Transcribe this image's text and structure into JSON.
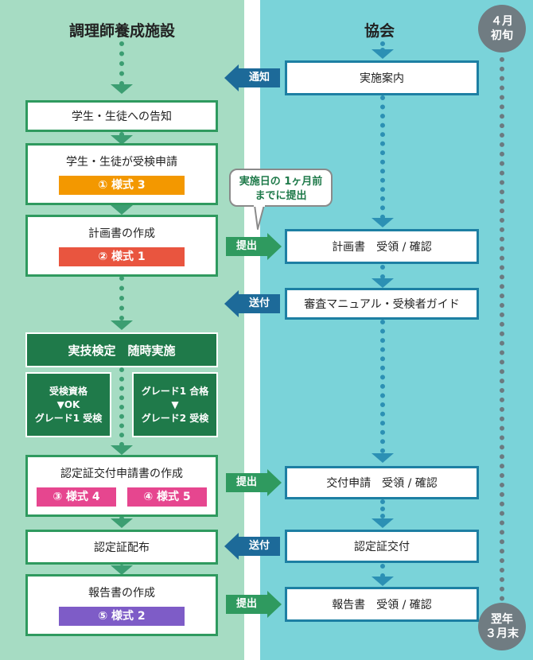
{
  "columns": {
    "left_title": "調理師養成施設",
    "right_title": "協会"
  },
  "timeline": {
    "start_line1": "４月",
    "start_line2": "初旬",
    "end_line1": "翌年",
    "end_line2": "３月末"
  },
  "left_steps": {
    "notify_students": "学生・生徒への告知",
    "apply": "学生・生徒が受検申請",
    "apply_form": "① 様式 3",
    "plan": "計画書の作成",
    "plan_form": "② 様式 1",
    "exam": "実技検定　随時実施",
    "cert_apply": "認定証交付申請書の作成",
    "cert_form_a": "③ 様式 4",
    "cert_form_b": "④ 様式 5",
    "distribute": "認定証配布",
    "report": "報告書の作成",
    "report_form": "⑤ 様式 2"
  },
  "sub_boxes": {
    "left_line1": "受検資格",
    "left_line2": "▼OK",
    "left_line3": "グレード1 受検",
    "right_line1": "グレード1 合格",
    "right_line2": "▼",
    "right_line3": "グレード2 受検"
  },
  "right_steps": {
    "guide": "実施案内",
    "plan_receipt": "計画書　受領 / 確認",
    "manual": "審査マニュアル・受検者ガイド",
    "cert_receipt": "交付申請　受領 / 確認",
    "cert_issue": "認定証交付",
    "report_receipt": "報告書　受領 / 確認"
  },
  "arrows": {
    "notice": "通知",
    "submit1": "提出",
    "send1": "送付",
    "submit2": "提出",
    "send2": "送付",
    "submit3": "提出"
  },
  "callout": {
    "line1": "実施日の 1ヶ月前",
    "line2": "までに提出"
  },
  "colors": {
    "form3": "#f39800",
    "form1": "#e9553f",
    "form45": "#e6468f",
    "form2": "#7e5cc7"
  }
}
